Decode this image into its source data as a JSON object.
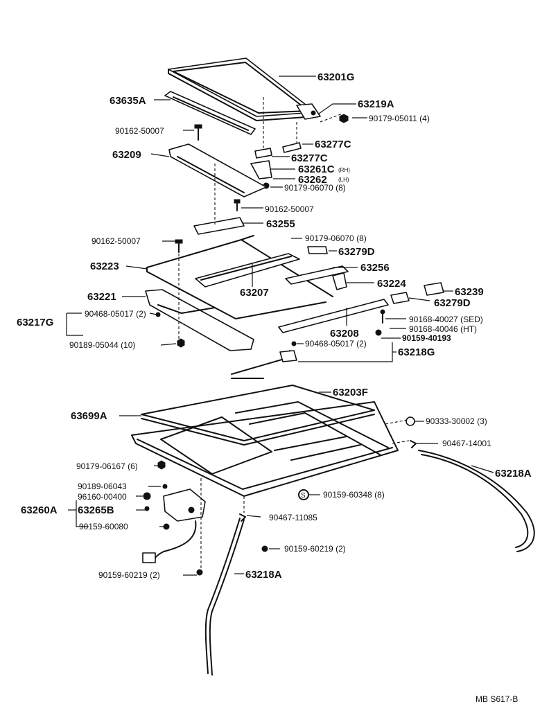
{
  "labels": {
    "l_63201G": "63201G",
    "l_63635A": "63635A",
    "l_63219A": "63219A",
    "l_90179_05011": "90179-05011 (4)",
    "l_90162_50007_a": "90162-50007",
    "l_63277C_a": "63277C",
    "l_63209": "63209",
    "l_63277C_b": "63277C",
    "l_63261C": "63261C",
    "l_rh": "(RH)",
    "l_63262": "63262",
    "l_lh": "(LH)",
    "l_90179_06070_a": "90179-06070 (8)",
    "l_90162_50007_b": "90162-50007",
    "l_63255": "63255",
    "l_90162_50007_c": "90162-50007",
    "l_90179_06070_b": "90179-06070 (8)",
    "l_63279D_a": "63279D",
    "l_63223": "63223",
    "l_63256": "63256",
    "l_63207": "63207",
    "l_63224": "63224",
    "l_63221": "63221",
    "l_63239": "63239",
    "l_63279D_b": "63279D",
    "l_63217G": "63217G",
    "l_90468_05017_a": "90468-05017 (2)",
    "l_63208": "63208",
    "l_90168_40027": "90168-40027 (SED)",
    "l_90168_40046": "90168-40046 (HT)",
    "l_90159_40193": "90159-40193",
    "l_90189_05044": "90189-05044 (10)",
    "l_90468_05017_b": "90468-05017 (2)",
    "l_63218G": "63218G",
    "l_63203F": "63203F",
    "l_63699A": "63699A",
    "l_90333_30002": "90333-30002 (3)",
    "l_90467_14001": "90467-14001",
    "l_90179_06167": "90179-06167 (6)",
    "l_63218A_a": "63218A",
    "l_90189_06043": "90189-06043",
    "l_96160_00400": "96160-00400",
    "l_63260A": "63260A",
    "l_63265B": "63265B",
    "l_90159_60348": "90159-60348 (8)",
    "l_90159_60080": "90159-60080",
    "l_90467_11085": "90467-11085",
    "l_90159_60219_a": "90159-60219 (2)",
    "l_90159_60219_b": "90159-60219 (2)",
    "l_63218A_b": "63218A",
    "l_s_mark": "S",
    "l_code": "MB  S617-B"
  }
}
